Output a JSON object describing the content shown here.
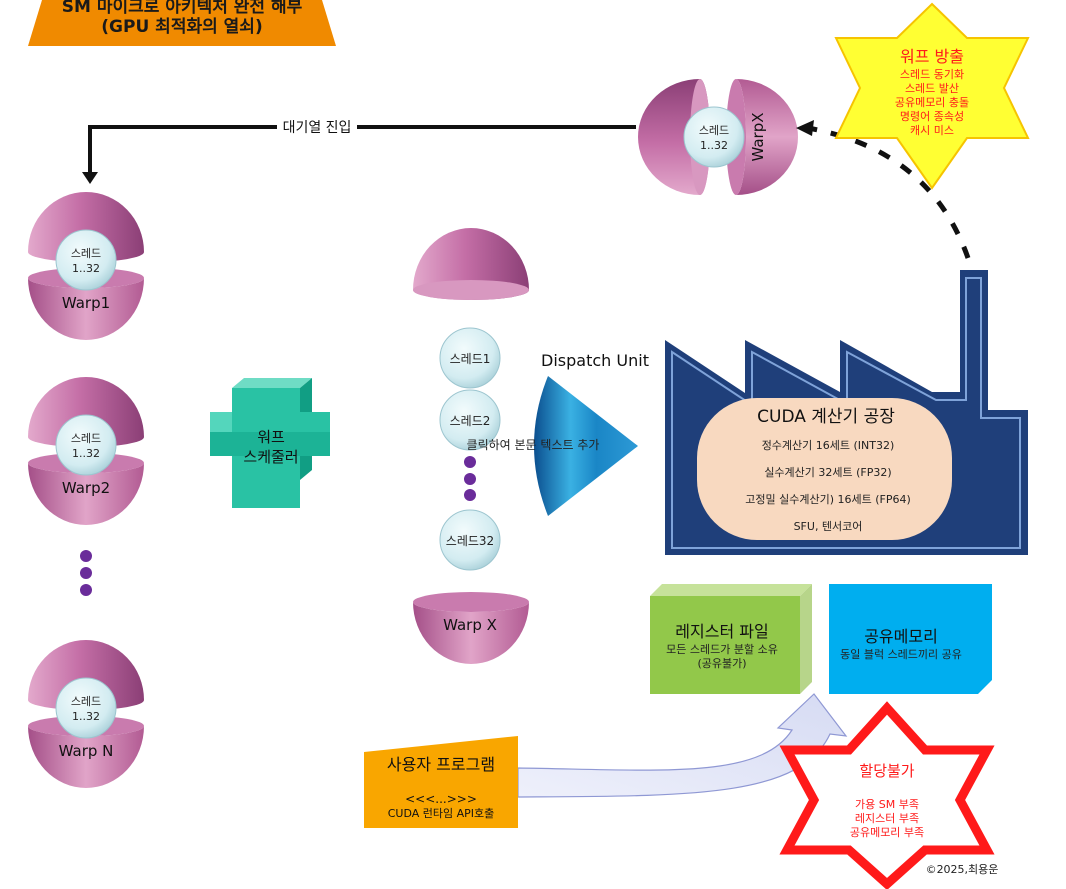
{
  "colors": {
    "title_banner": "#f08a00",
    "hemisphere": "#c779ad",
    "sphere": "#d7eef2",
    "scheduler": "#29c2a4",
    "dispatch": "#2a8fc8",
    "factory": "#1f3f7a",
    "factory_panel": "#f8d9c0",
    "register_file": "#92c84a",
    "shared_memory": "#00aeef",
    "user_program": "#f9a600",
    "star_yellow": "#ffff33",
    "star_red": "#ff1a1a",
    "dot": "#6a2c9a"
  },
  "title": {
    "line1": "SM 마이크로 아키텍처 완전 해부",
    "line2": "(GPU 최적화의 열쇠)"
  },
  "queue_label": "대기열 진입",
  "warps": [
    {
      "thread_label": "스레드",
      "thread_range": "1..32",
      "name": "Warp1"
    },
    {
      "thread_label": "스레드",
      "thread_range": "1..32",
      "name": "Warp2"
    },
    {
      "thread_label": "스레드",
      "thread_range": "1..32",
      "name": "Warp N"
    }
  ],
  "warp_x_top": {
    "thread_label": "스레드",
    "thread_range": "1..32",
    "name": "WarpX"
  },
  "scheduler": {
    "line1": "워프",
    "line2": "스케줄러"
  },
  "dispatch_warp": {
    "threads": [
      "스레드1",
      "스레드2",
      "스레드32"
    ],
    "name": "Warp X",
    "placeholder": "클릭하여 본문 텍스트 추가"
  },
  "dispatch_unit": "Dispatch Unit",
  "factory": {
    "title": "CUDA 계산기 공장",
    "items": [
      "정수계산기 16세트 (INT32)",
      "실수계산기 32세트 (FP32)",
      "고정밀 실수계산기) 16세트 (FP64)",
      "SFU, 텐서코어"
    ]
  },
  "eviction_star": {
    "title": "워프 방출",
    "items": [
      "스레드 동기화",
      "스레드 발산",
      "공유메모리 충돌",
      "명령어 종속성",
      "캐시 미스"
    ]
  },
  "register_file": {
    "title": "레지스터 파일",
    "line1": "모든 스레드가 분할 소유",
    "line2": "(공유불가)"
  },
  "shared_memory": {
    "title": "공유메모리",
    "line1": "동일 블럭 스레드끼리 공유"
  },
  "user_program": {
    "title": "사용자 프로그램",
    "brackets": "<<<...>>>",
    "subtitle": "CUDA 런타임 API호출"
  },
  "alloc_star": {
    "title": "할당불가",
    "items": [
      "가용 SM 부족",
      "레지스터 부족",
      "공유메모리 부족"
    ]
  },
  "copyright": "©2025,최용운"
}
